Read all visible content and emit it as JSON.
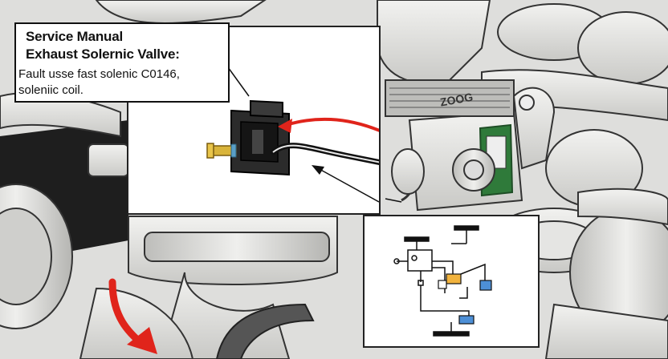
{
  "callout": {
    "title_line1": "Service Manual",
    "title_line2": "Exhaust Solernic Vallve:",
    "body_line1": "Fault usse fast solenic C0146,",
    "body_line2": "soleniic coil."
  },
  "module_label": "ZOOG",
  "colors": {
    "red_arrow": "#e0241b",
    "green_panel": "#2f7a3a",
    "connector_yellow": "#f2b33d",
    "connector_blue": "#4d8fd6",
    "brass_fitting": "#d9b43a"
  },
  "icons": [
    "red-pointer-arrow-icon",
    "black-leader-arrow-icon",
    "solenoid-connector-icon",
    "brass-fitting-icon"
  ]
}
